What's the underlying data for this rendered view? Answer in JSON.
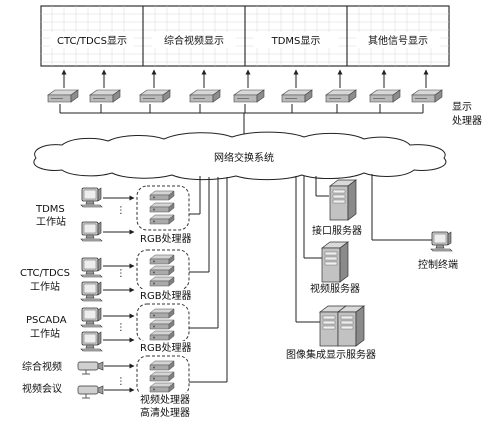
{
  "display_wall": {
    "panels": [
      "CTC/TDCS显示",
      "综合视频显示",
      "TDMS显示",
      "其他信号显示"
    ],
    "processor_label_line1": "显示",
    "processor_label_line2": "处理器"
  },
  "network": {
    "label": "网络交换系统"
  },
  "workstations": [
    {
      "line1": "TDMS",
      "line2": "工作站"
    },
    {
      "line1": "CTC/TDCS",
      "line2": "工作站"
    },
    {
      "line1": "PSCADA",
      "line2": "工作站"
    }
  ],
  "video_sources": [
    "综合视频",
    "视频会议"
  ],
  "processors": {
    "rgb": "RGB处理器",
    "video": "视频处理器",
    "hd": "高清处理器"
  },
  "servers": {
    "interface": "接口服务器",
    "video": "视频服务器",
    "integration": "图像集成显示服务器"
  },
  "terminal": {
    "label": "控制终端"
  },
  "ellipsis": "⋮"
}
